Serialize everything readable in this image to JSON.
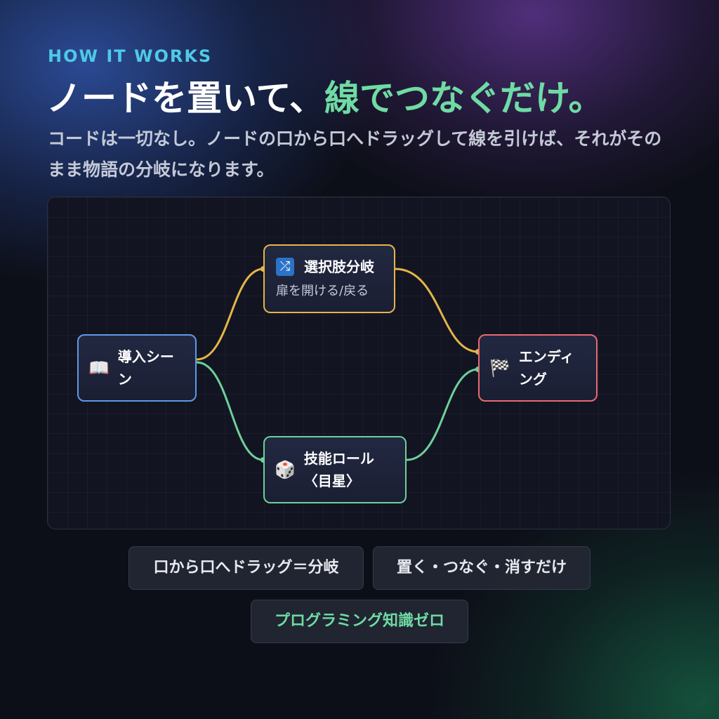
{
  "header": {
    "eyebrow": "HOW IT WORKS",
    "title_main": "ノードを置いて、",
    "title_accent": "線でつなぐだけ。",
    "subtitle": "コードは一切なし。ノードの口から口へドラッグして線を引けば、それがそのまま物語の分岐になります。"
  },
  "graph": {
    "nodes": {
      "intro": {
        "icon": "book-icon",
        "glyph": "📖",
        "label": "導入シーン"
      },
      "choice": {
        "icon": "shuffle-icon",
        "glyph": "⤮",
        "label": "選択肢分岐",
        "sublabel": "扉を開ける/戻る"
      },
      "skill": {
        "icon": "dice-icon",
        "glyph": "🎲",
        "label": "技能ロール〈目星〉"
      },
      "ending": {
        "icon": "checkered-flag-icon",
        "glyph": "🏁",
        "label": "エンディング"
      }
    },
    "colors": {
      "intro": "#5b9be8",
      "choice": "#e6b548",
      "skill": "#6fcf9b",
      "ending": "#e86a72"
    }
  },
  "chips": [
    {
      "label": "口から口へドラッグ＝分岐"
    },
    {
      "label": "置く・つなぐ・消すだけ"
    },
    {
      "label": "プログラミング知識ゼロ"
    }
  ],
  "colors": {
    "eyebrow": "#4fc9e6",
    "accent": "#6fdba4",
    "background": "#0d0f18"
  }
}
